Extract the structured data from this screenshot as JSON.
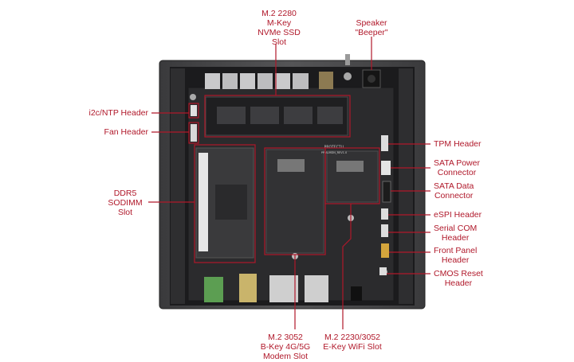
{
  "labels": {
    "m2_nvme": [
      "M.2 2280",
      "M-Key",
      "NVMe SSD",
      "Slot"
    ],
    "speaker": [
      "Speaker",
      "\"Beeper\""
    ],
    "i2c": [
      "i2c/NTP Header"
    ],
    "fan": [
      "Fan Header"
    ],
    "ddr5": [
      "DDR5",
      "SODIMM",
      "Slot"
    ],
    "tpm": [
      "TPM Header"
    ],
    "sata_power": [
      "SATA Power",
      "Connector"
    ],
    "sata_data": [
      "SATA Data",
      "Connector"
    ],
    "espi": [
      "eSPI Header"
    ],
    "serial_com": [
      "Serial COM",
      "Header"
    ],
    "front_panel": [
      "Front Panel",
      "Header"
    ],
    "cmos_reset": [
      "CMOS Reset",
      "Header"
    ],
    "m2_3052": [
      "M.2 3052",
      "B-Key 4G/5G",
      "Modem Slot"
    ],
    "m2_wifi": [
      "M.2 2230/3052",
      "E-Key WiFi Slot"
    ]
  },
  "board_marks": {
    "brand": "PROTECTLI",
    "model": "PP-ALMDN_REV1.0"
  },
  "colors": {
    "annotation": "#b0182a",
    "board": "#2b2b2d",
    "chassis": "#4a4a4c"
  }
}
